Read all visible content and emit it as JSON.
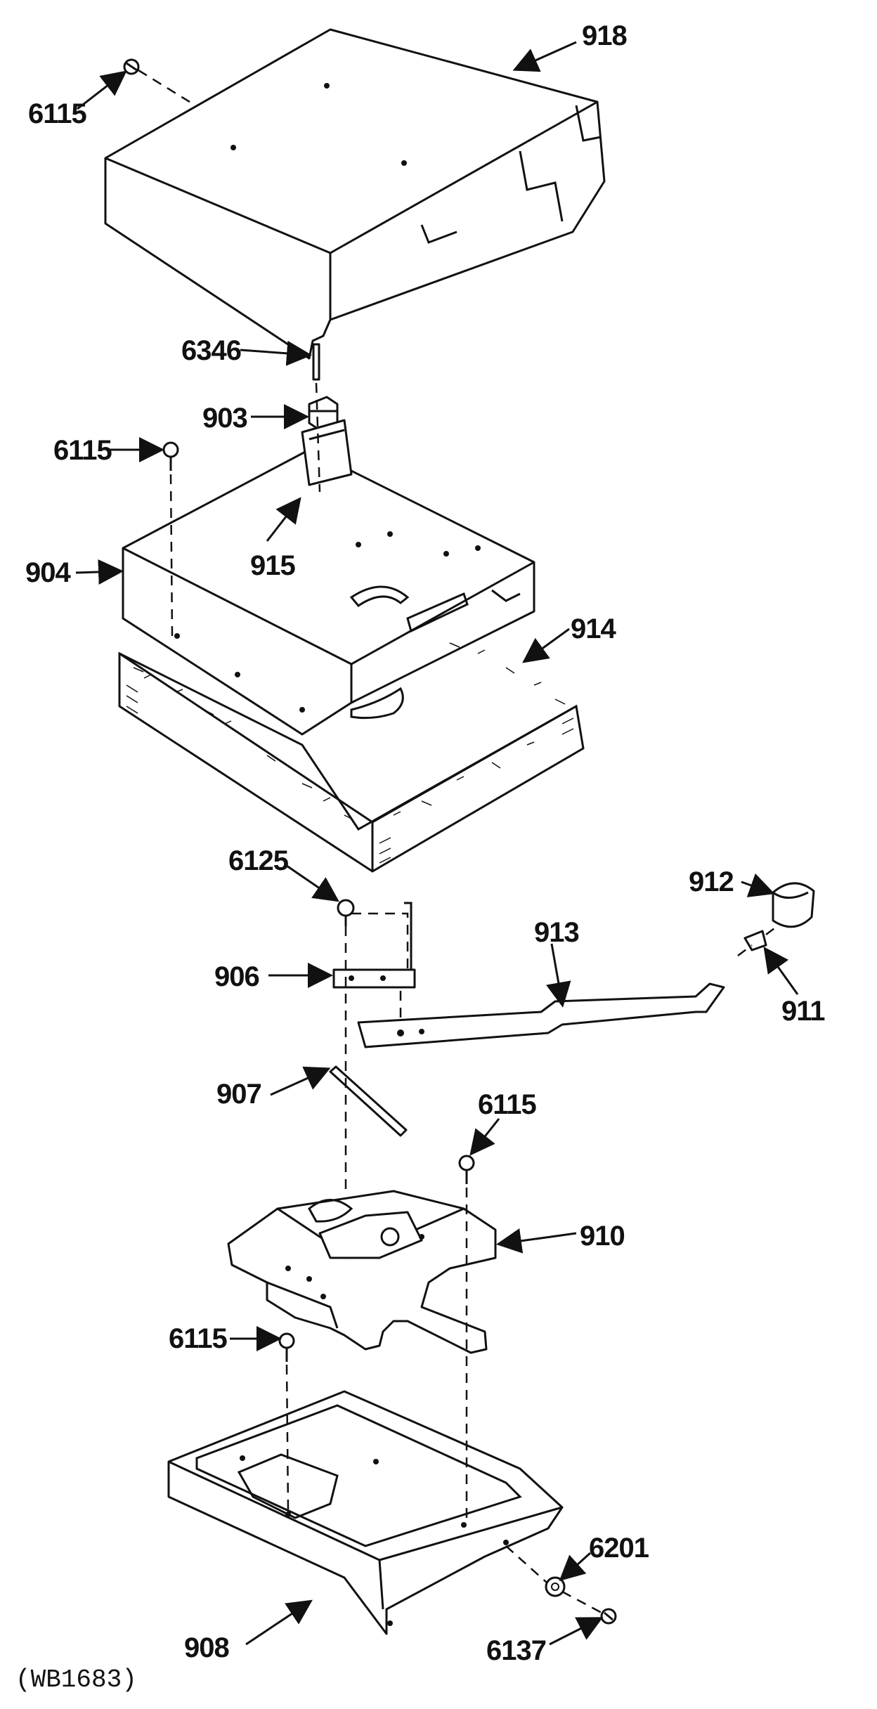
{
  "diagram": {
    "drawing_code": "(WB1683)",
    "callouts": {
      "c918": "918",
      "c6115_top": "6115",
      "c6346": "6346",
      "c903": "903",
      "c6115_mid": "6115",
      "c915": "915",
      "c904": "904",
      "c914": "914",
      "c6125": "6125",
      "c912": "912",
      "c913": "913",
      "c906": "906",
      "c911": "911",
      "c907": "907",
      "c6115_lower": "6115",
      "c910": "910",
      "c6115_bottom": "6115",
      "c6201": "6201",
      "c908": "908",
      "c6137": "6137"
    }
  }
}
